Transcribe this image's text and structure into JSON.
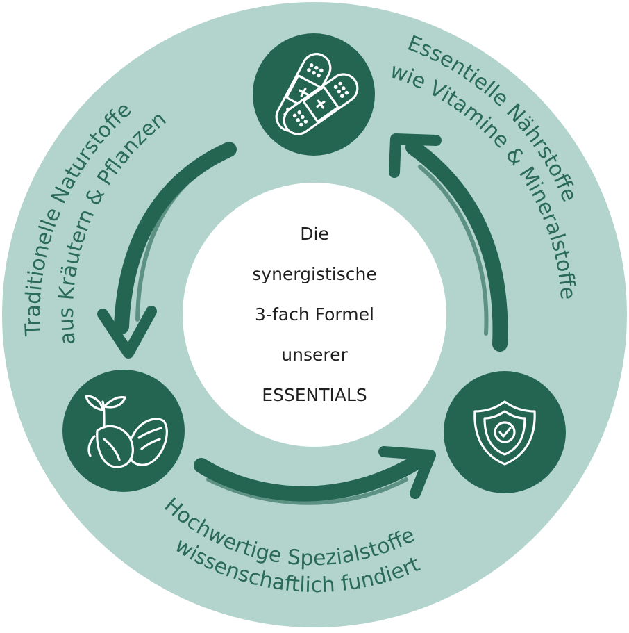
{
  "center": {
    "line1": "Die",
    "line2": "synergistische",
    "line3": "3-fach Formel",
    "line4": "unserer",
    "line5": "ESSENTIALS"
  },
  "labels": {
    "top_right_line1": "Essentielle Nährstoffe",
    "top_right_line2": "wie Vitamine & Mineralstoffe",
    "left_line1": "Traditionelle Naturstoffe",
    "left_line2": "aus Kräutern & Pflanzen",
    "bottom_line1": "Hochwertige Spezialstoffe",
    "bottom_line2": "wissenschaftlich fundiert"
  },
  "icons": {
    "top": "bandage-icon",
    "left": "seed-sprout-icon",
    "right": "shield-check-icon"
  },
  "colors": {
    "ring": "#b2d4cc",
    "dark_green": "#246552",
    "text_green": "#2a6a58",
    "center_fill": "#ffffff"
  }
}
